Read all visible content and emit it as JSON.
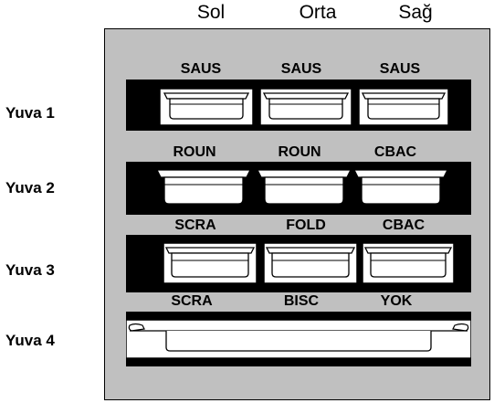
{
  "columns": [
    "Sol",
    "Orta",
    "Sağ"
  ],
  "rows": [
    {
      "label": "Yuva 1",
      "pans": [
        "SAUS",
        "SAUS",
        "SAUS"
      ]
    },
    {
      "label": "Yuva 2",
      "pans": [
        "ROUN",
        "ROUN",
        "CBAC"
      ]
    },
    {
      "label": "Yuva 3",
      "pans": [
        "SCRA",
        "FOLD",
        "CBAC"
      ]
    },
    {
      "label": "Yuva 4",
      "pans": [
        "SCRA",
        "BISC",
        "YOK"
      ]
    }
  ],
  "colors": {
    "panel": "#c0c0c0",
    "strip": "#000000",
    "pan_fill": "#ffffff",
    "pan_stroke": "#000000"
  }
}
